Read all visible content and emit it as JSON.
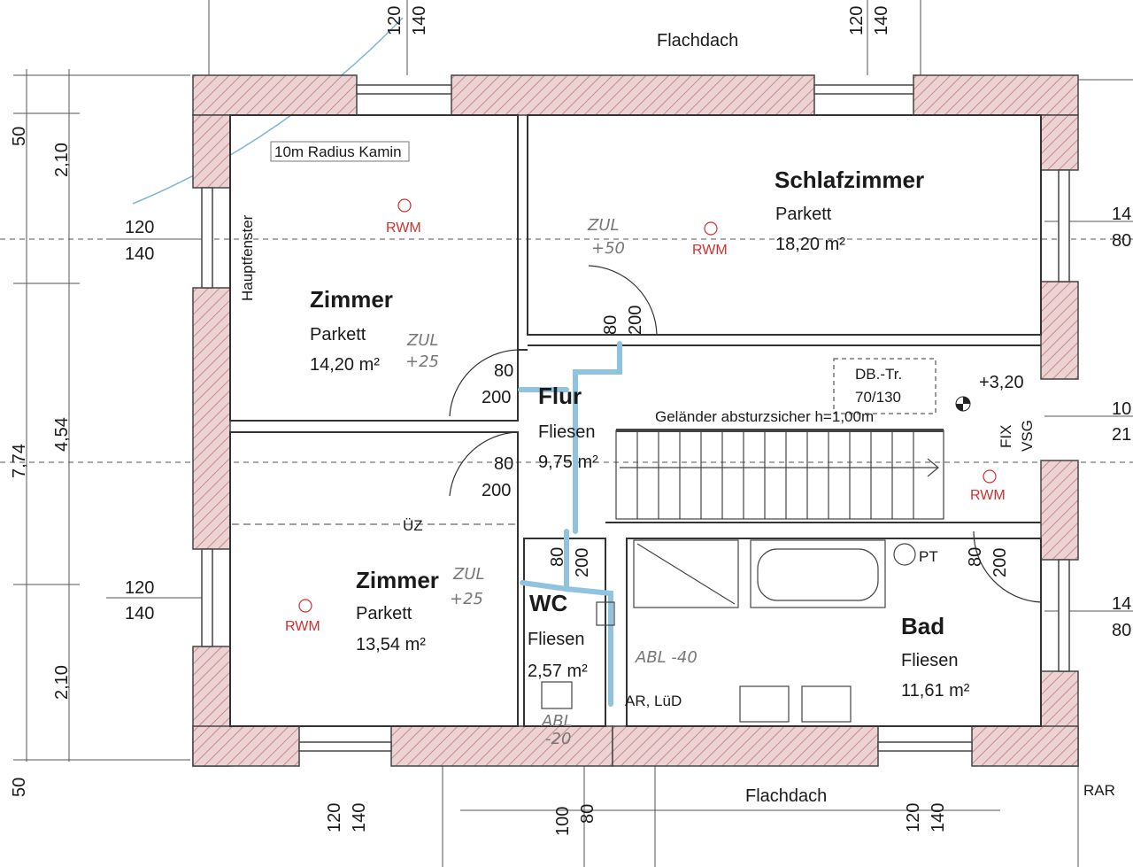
{
  "rooms": {
    "schlafzimmer": {
      "name": "Schlafzimmer",
      "floor": "Parkett",
      "area": "18,20 m²"
    },
    "zimmer_top": {
      "name": "Zimmer",
      "floor": "Parkett",
      "area": "14,20 m²"
    },
    "zimmer_bottom": {
      "name": "Zimmer",
      "floor": "Parkett",
      "area": "13,54 m²"
    },
    "flur": {
      "name": "Flur",
      "floor": "Fliesen",
      "area": "9,75 m²"
    },
    "wc": {
      "name": "WC",
      "floor": "Fliesen",
      "area": "2,57 m²"
    },
    "bad": {
      "name": "Bad",
      "floor": "Fliesen",
      "area": "11,61 m²"
    }
  },
  "labels": {
    "flachdach_top": "Flachdach",
    "flachdach_bottom": "Flachdach",
    "radius": "10m Radius Kamin",
    "hauptfenster": "Hauptfenster",
    "rwm": "RWM",
    "db_tr_1": "DB.-Tr.",
    "db_tr_2": "70/130",
    "elevation": "+3,20",
    "gelaender": "Geländer absturzsicher h=1,00m",
    "fix": "FIX",
    "vsg": "VSG",
    "uez": "ÜZ",
    "ar": "AR, LüD",
    "pt": "PT",
    "rar": "RAR"
  },
  "dims": {
    "d50": "50",
    "d210": "2,10",
    "d774": "7,74",
    "d454": "4,54",
    "d120": "120",
    "d140": "140",
    "d80": "80",
    "d200": "200",
    "d100": "100",
    "r14": "14",
    "r80": "80",
    "r10": "10",
    "r21": "21"
  },
  "handwriting": {
    "zul": "ZUL",
    "p50": "+50",
    "p25": "+25",
    "abl40": "ABL -40",
    "abl": "ABL",
    "m20": "-20"
  },
  "colors": {
    "wall_fill": "#ecd2d2",
    "wall_stroke": "#444444",
    "hatch": "#c98a8a",
    "duct": "#8fc3e0",
    "rwm_red": "#d03030"
  }
}
